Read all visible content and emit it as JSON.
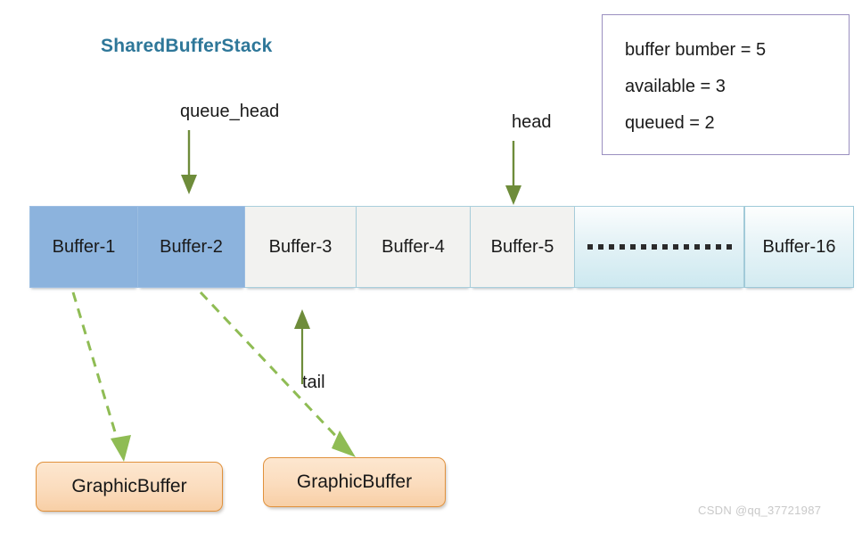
{
  "diagram": {
    "title": "SharedBufferStack",
    "title_color": "#2E7799"
  },
  "legend": {
    "border_color": "#9a8fc0",
    "lines": [
      "buffer bumber = 5",
      "available = 3",
      "queued = 2"
    ]
  },
  "pointers": {
    "queue_head": "queue_head",
    "head": "head",
    "tail": "tail",
    "arrow_color": "#6e8c3a"
  },
  "buffer_strip": {
    "blue_fill": "#8cb3dd",
    "plain_fill": "#f2f2f0",
    "teal_fill": "#cde9f0",
    "cells": [
      {
        "label": "Buffer-1",
        "style": "blue"
      },
      {
        "label": "Buffer-2",
        "style": "blue"
      },
      {
        "label": "Buffer-3",
        "style": "plain"
      },
      {
        "label": "Buffer-4",
        "style": "plain"
      },
      {
        "label": "Buffer-5",
        "style": "plain"
      },
      {
        "label": "",
        "style": "teal"
      },
      {
        "label": "Buffer-16",
        "style": "last16"
      }
    ]
  },
  "graphic_buffers": [
    {
      "label": "GraphicBuffer"
    },
    {
      "label": "GraphicBuffer"
    }
  ],
  "links": {
    "dashed_color": "#8fbc54"
  },
  "watermark": {
    "text": "CSDN @qq_37721987"
  }
}
